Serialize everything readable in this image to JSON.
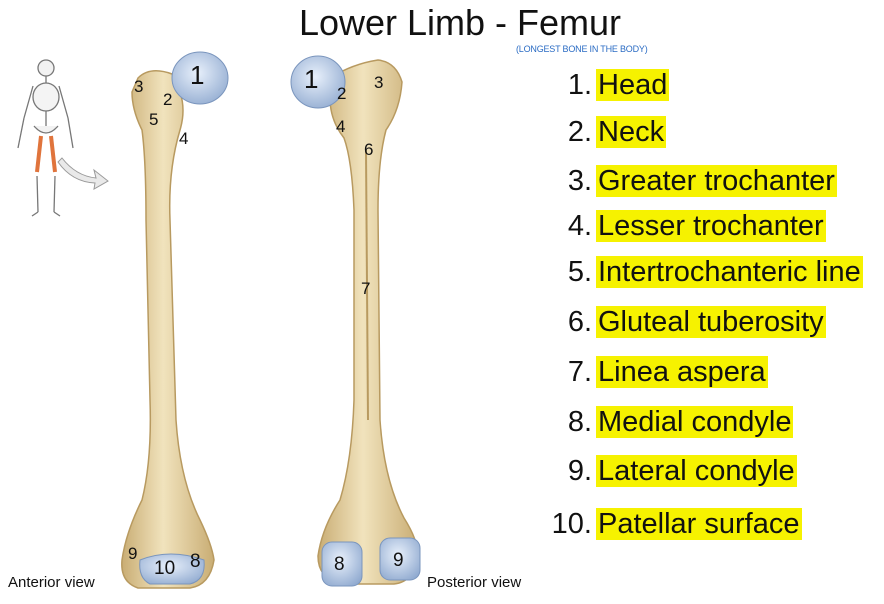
{
  "title": "Lower Limb - Femur",
  "subtitle": "(LONGEST BONE IN THE BODY)",
  "views": {
    "anterior": "Anterior view",
    "posterior": "Posterior view"
  },
  "legend": [
    {
      "num": "1.",
      "label": "Head"
    },
    {
      "num": "2.",
      "label": "Neck"
    },
    {
      "num": "3.",
      "label": "Greater trochanter"
    },
    {
      "num": "4.",
      "label": "Lesser trochanter"
    },
    {
      "num": "5.",
      "label": "Intertrochanteric line"
    },
    {
      "num": "6.",
      "label": "Gluteal tuberosity"
    },
    {
      "num": "7.",
      "label": "Linea aspera"
    },
    {
      "num": "8.",
      "label": "Medial condyle"
    },
    {
      "num": "9.",
      "label": "Lateral condyle"
    },
    {
      "num": "10.",
      "label": "Patellar surface"
    }
  ],
  "anterior_markers": [
    "1",
    "2",
    "3",
    "4",
    "5",
    "9",
    "10",
    "8"
  ],
  "posterior_markers": [
    "1",
    "2",
    "3",
    "4",
    "6",
    "7",
    "8",
    "9"
  ],
  "colors": {
    "bone": "#e6d3a3",
    "bone_shadow": "#c9ad74",
    "cartilage": "#aec4e2",
    "highlight": "#f6f200",
    "femur_highlight": "#e0743c"
  }
}
